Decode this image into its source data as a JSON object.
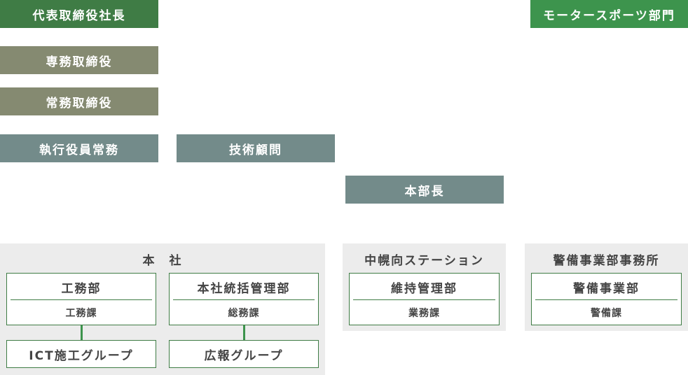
{
  "executives": {
    "president": "代表取締役社長",
    "senior_managing_director": "専務取締役",
    "managing_director": "常務取締役",
    "executive_officer": "執行役員常務",
    "technical_advisor": "技術顧問",
    "general_manager": "本部長"
  },
  "motorsports": "モータースポーツ部門",
  "head_office": {
    "title": "本　社",
    "depts": [
      {
        "name": "工務部",
        "sub": "工務課",
        "group": "ICT施工グループ"
      },
      {
        "name": "本社統括管理部",
        "sub": "総務課",
        "group": "広報グループ"
      }
    ]
  },
  "nakahoro_station": {
    "title": "中幌向ステーション",
    "dept": {
      "name": "維持管理部",
      "sub": "業務課"
    }
  },
  "security_office": {
    "title": "警備事業部事務所",
    "dept": {
      "name": "警備事業部",
      "sub": "警備課"
    }
  },
  "colors": {
    "president": "#3f7c45",
    "directors": "#858a71",
    "officers": "#738b8a",
    "motorsports": "#3d944d",
    "panel": "#ececec",
    "border": "#3f7c45"
  }
}
